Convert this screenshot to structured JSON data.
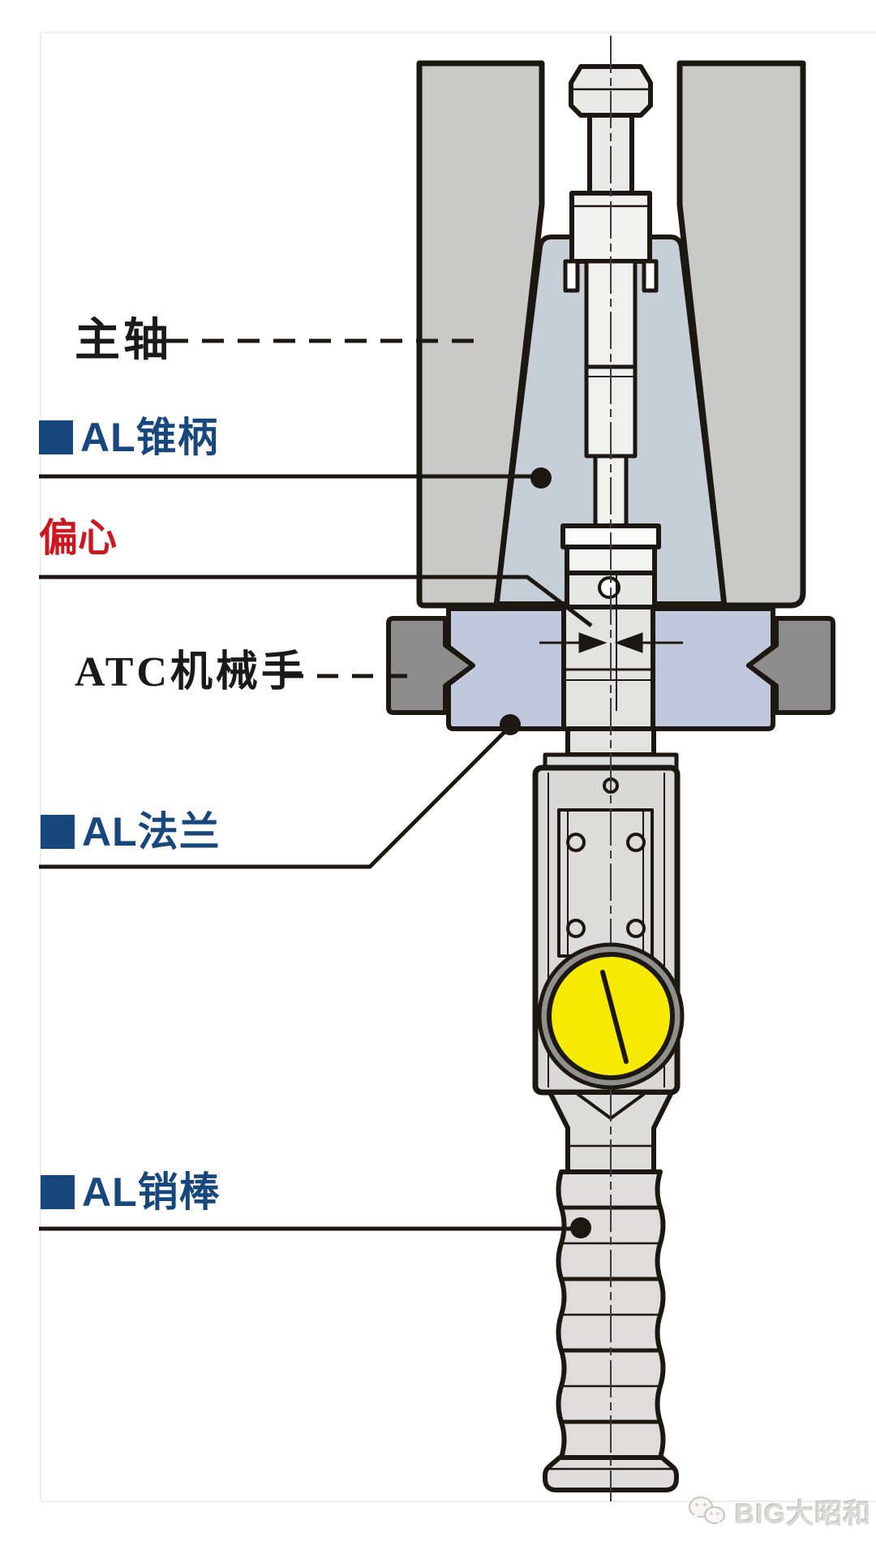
{
  "diagram": {
    "title_context": "spindle-toolholder-eccentricity-diagram",
    "labels": {
      "spindle": "主轴",
      "taper_shank": "AL锥柄",
      "eccentricity": "偏心",
      "atc_arm": "ATC机械手",
      "flange": "AL法兰",
      "pin_bar": "AL销棒"
    },
    "colors": {
      "navy": "#17477d",
      "red": "#cc1720",
      "spindle_gray": "#c9c9c7",
      "taper_blue": "#c6cfd7",
      "flange_lavender": "#c1c8dd",
      "jaw_gray": "#8e8d8e",
      "metal_light": "#dedddc",
      "dial_yellow": "#f6ea00",
      "dial_ring": "#8f8f8d",
      "outline": "#1d1712"
    }
  },
  "watermark": {
    "source": "BIG大昭和"
  }
}
